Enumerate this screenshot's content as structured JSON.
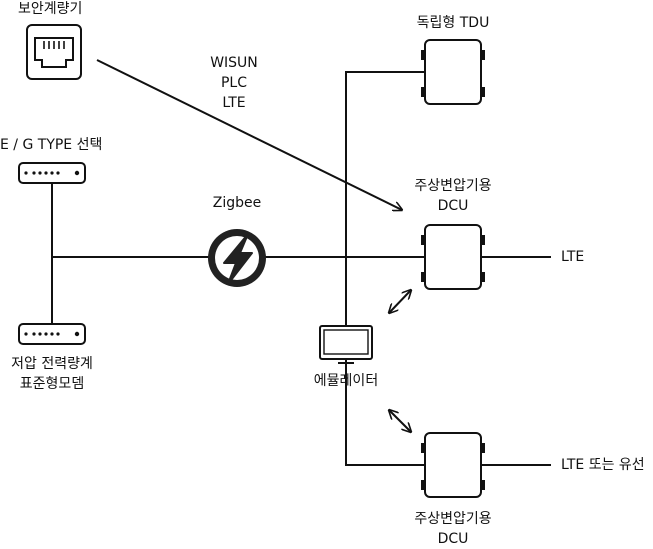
{
  "labels": {
    "security_meter": "보안계량기",
    "standalone_tdu": "독립형 TDU",
    "comm_wisun": "WISUN",
    "comm_plc": "PLC",
    "comm_lte": "LTE",
    "eg_type_select": "E / G TYPE 선택",
    "zigbee": "Zigbee",
    "dcu_top_line1": "주상변압기용",
    "dcu_top_line2": "DCU",
    "dcu_top_link": "LTE",
    "modem_line1": "저압 전력량계",
    "modem_line2": "표준형모뎀",
    "emulator": "에뮬레이터",
    "dcu_bottom_link": "LTE 또는 유선",
    "dcu_bottom_line1": "주상변압기용",
    "dcu_bottom_line2": "DCU"
  },
  "colors": {
    "line": "#111111",
    "device_fill": "#ffffff",
    "zigbee_icon": "#222222"
  },
  "icons": {
    "security_meter": "ethernet-port-icon",
    "zigbee": "lightning-bolt-icon",
    "emulator": "monitor-icon",
    "terminal": "terminal-strip-icon",
    "device": "enclosure-box-icon"
  }
}
